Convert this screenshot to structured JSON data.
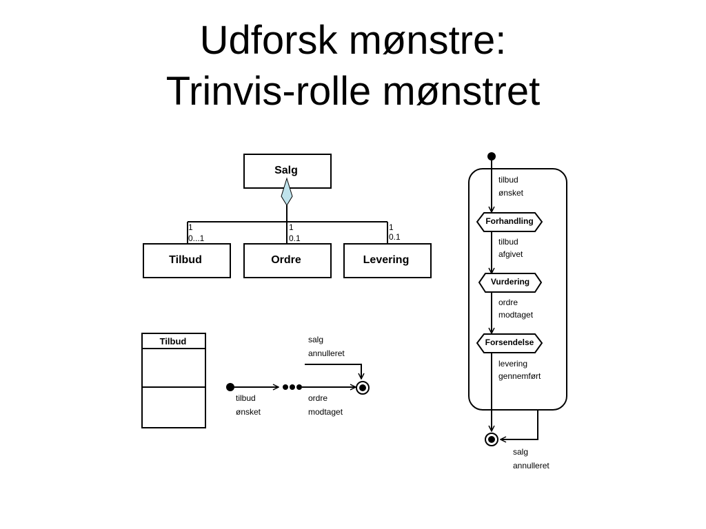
{
  "title": {
    "line1": "Udforsk mønstre:",
    "line2": "Trinvis-rolle mønstret"
  },
  "class_diagram": {
    "parent": "Salg",
    "children": [
      {
        "name": "Tilbud",
        "mult_top": "1",
        "mult_bottom": "0...1"
      },
      {
        "name": "Ordre",
        "mult_top": "1",
        "mult_bottom": "0.1"
      },
      {
        "name": "Levering",
        "mult_top": "1",
        "mult_bottom": "0.1"
      }
    ]
  },
  "small_class": {
    "name": "Tilbud"
  },
  "event_sequence": {
    "top_event": [
      "salg",
      "annulleret"
    ],
    "event1": [
      "tilbud",
      "ønsket"
    ],
    "event2": [
      "ordre",
      "modtaget"
    ]
  },
  "state_diagram": {
    "states": [
      "Forhandling",
      "Vurdering",
      "Forsendelse"
    ],
    "transitions": [
      [
        "tilbud",
        "ønsket"
      ],
      [
        "tilbud",
        "afgivet"
      ],
      [
        "ordre",
        "modtaget"
      ],
      [
        "levering",
        "gennemført"
      ]
    ],
    "cancel": [
      "salg",
      "annulleret"
    ]
  }
}
